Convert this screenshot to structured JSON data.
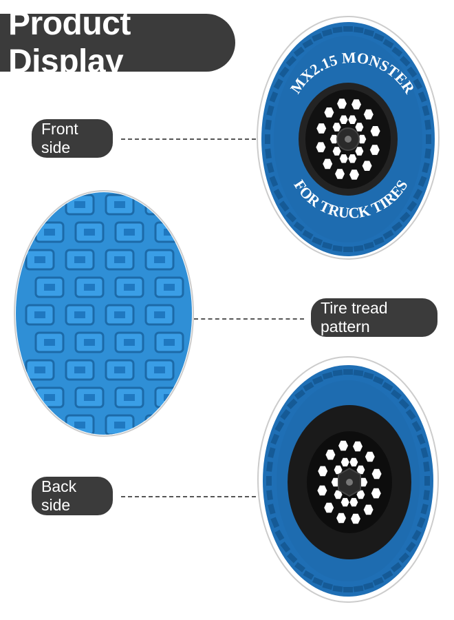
{
  "header": {
    "title": "Product Display"
  },
  "labels": {
    "front": "Front side",
    "tread": "Tire tread pattern",
    "back": "Back side"
  },
  "tire_text": {
    "top_arc": "MX2.15 MONSTER",
    "bottom_arc": "FOR TRUCK TIRES"
  },
  "colors": {
    "tire_blue": "#1f6fb5",
    "tire_dark_blue": "#155a96",
    "rim_black": "#1a1a1a",
    "pill_bg": "#3b3b3b"
  }
}
